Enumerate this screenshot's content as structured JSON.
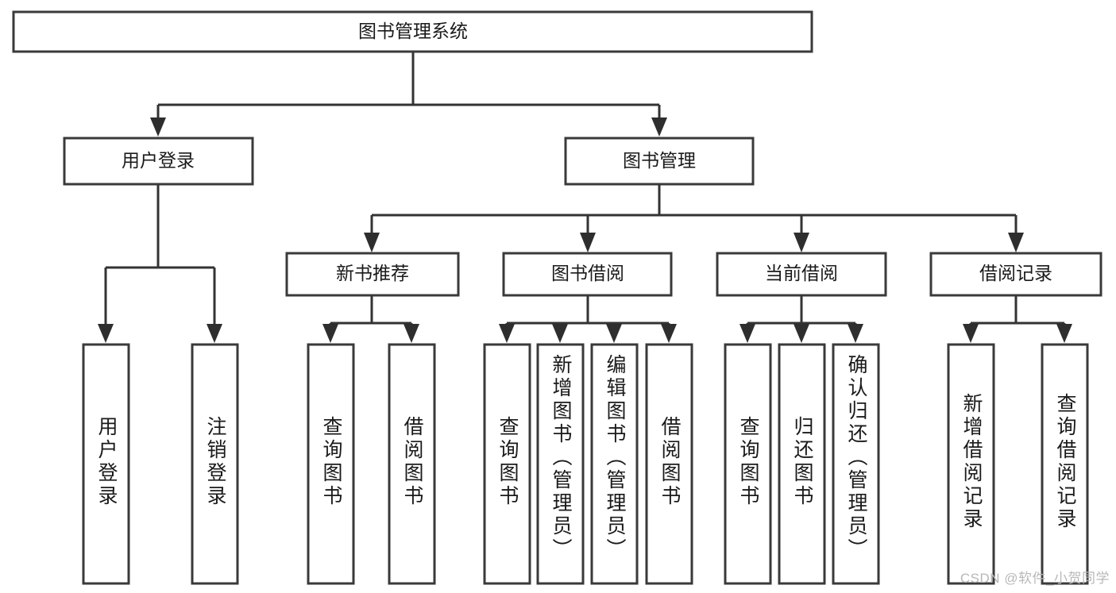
{
  "diagram": {
    "title": "图书管理系统",
    "type": "hierarchy-tree",
    "watermark": "CSDN @软件_小贺同学",
    "colors": {
      "background": "#ffffff",
      "box_fill": "#ffffff",
      "box_stroke": "#3a3a3a",
      "edge_stroke": "#333333",
      "arrow_fill": "#2e2e2e",
      "text": "#1a1a1a",
      "watermark": "#b8b8b8"
    },
    "nodes": {
      "root": {
        "label": "图书管理系统"
      },
      "level2": [
        {
          "id": "user-login",
          "label": "用户登录"
        },
        {
          "id": "book-manage",
          "label": "图书管理"
        }
      ],
      "level3": [
        {
          "id": "new-book-recommend",
          "label": "新书推荐"
        },
        {
          "id": "book-borrow",
          "label": "图书借阅"
        },
        {
          "id": "current-borrow",
          "label": "当前借阅"
        },
        {
          "id": "borrow-record",
          "label": "借阅记录"
        }
      ],
      "leaves": {
        "user-login": [
          {
            "id": "leaf-user-login",
            "label": "用户登录"
          },
          {
            "id": "leaf-logout-login",
            "label": "注销登录"
          }
        ],
        "new-book-recommend": [
          {
            "id": "leaf-query-book-1",
            "label": "查询图书"
          },
          {
            "id": "leaf-borrow-book-1",
            "label": "借阅图书"
          }
        ],
        "book-borrow": [
          {
            "id": "leaf-query-book-2",
            "label": "查询图书"
          },
          {
            "id": "leaf-add-book",
            "label": "新增图书（管理员）"
          },
          {
            "id": "leaf-edit-book",
            "label": "编辑图书（管理员）"
          },
          {
            "id": "leaf-borrow-book-2",
            "label": "借阅图书"
          }
        ],
        "current-borrow": [
          {
            "id": "leaf-query-book-3",
            "label": "查询图书"
          },
          {
            "id": "leaf-return-book",
            "label": "归还图书"
          },
          {
            "id": "leaf-confirm-return",
            "label": "确认归还（管理员）"
          }
        ],
        "borrow-record": [
          {
            "id": "leaf-add-record",
            "label": "新增借阅记录"
          },
          {
            "id": "leaf-query-record",
            "label": "查询借阅记录"
          }
        ]
      }
    }
  }
}
